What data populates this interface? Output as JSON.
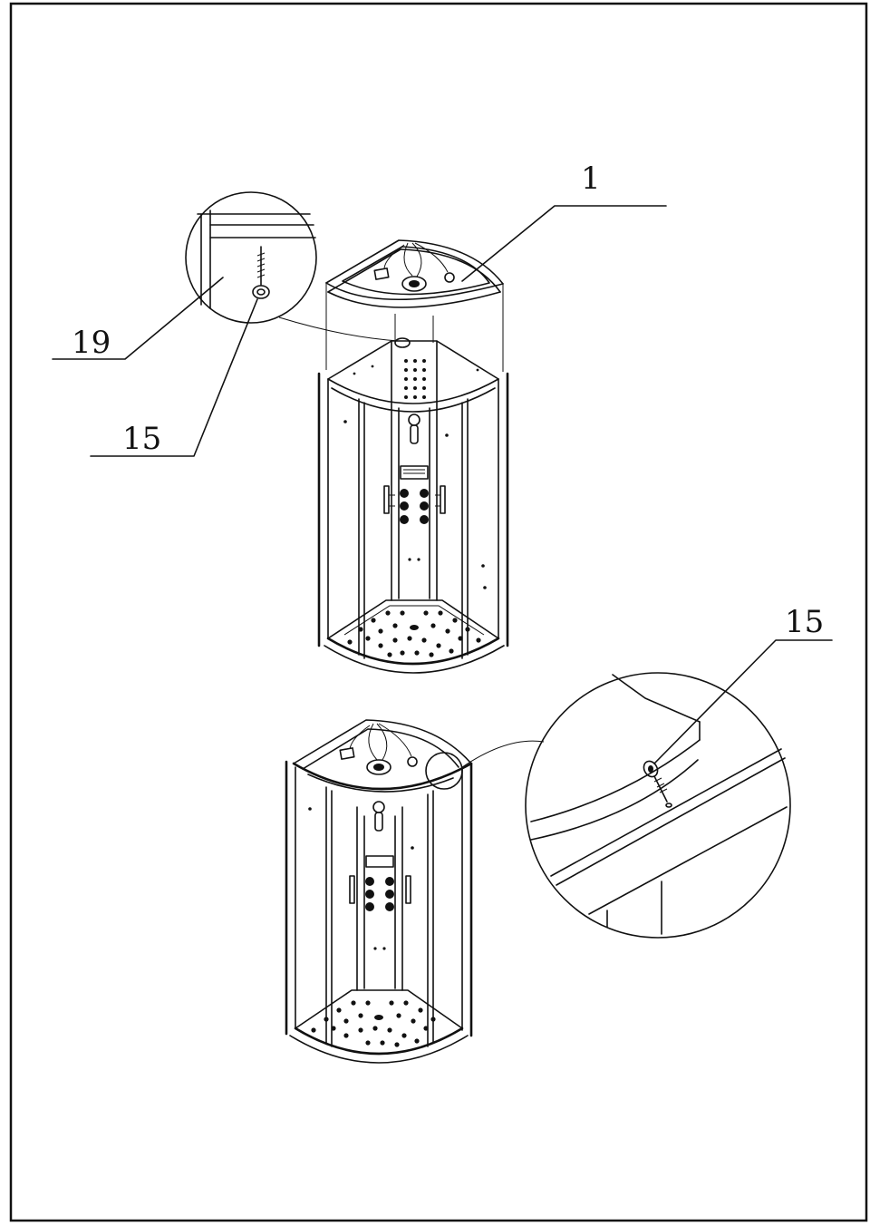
{
  "labels": {
    "top_unit_callout": "1",
    "wall_detail_callout": "19",
    "screw_detail_callout": "15",
    "roof_screw_callout": "15"
  },
  "colors": {
    "ink": "#111111",
    "paper": "#ffffff"
  },
  "icons": [
    "screw-icon",
    "shower-head-icon",
    "light-icon",
    "speaker-icon",
    "massage-jet-icon",
    "drain-icon"
  ]
}
